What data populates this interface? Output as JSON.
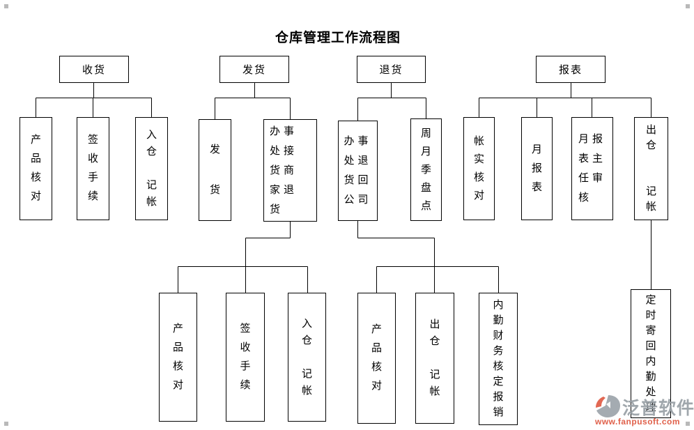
{
  "title": {
    "text": "仓库管理工作流程图"
  },
  "flowchart": {
    "branches": [
      {
        "label": "收货",
        "children": [
          {
            "label": "产品核对",
            "display": "产\n品\n核\n对"
          },
          {
            "label": "签收手续",
            "display": "签\n收\n手\n续"
          },
          {
            "label": "入仓记帐",
            "display": "入\n仓\n\n记\n帐"
          }
        ]
      },
      {
        "label": "发货",
        "children": [
          {
            "label": "发货",
            "display": "发\n\n货"
          },
          {
            "label": "办事处接货商家退货",
            "display": "办事\n处接\n货商\n家退\n货",
            "children": [
              {
                "label": "产品核对",
                "display": "产\n品\n核\n对"
              },
              {
                "label": "签收手续",
                "display": "签\n收\n手\n续"
              },
              {
                "label": "入仓记帐",
                "display": "入\n仓\n\n记\n帐"
              }
            ]
          }
        ]
      },
      {
        "label": "退货",
        "children": [
          {
            "label": "办事处退货回公司",
            "display": "办事\n处退\n货回\n公司",
            "children": [
              {
                "label": "产品核对",
                "display": "产\n品\n核\n对"
              },
              {
                "label": "出仓记帐",
                "display": "出\n仓\n\n记\n帐"
              },
              {
                "label": "内勤财务核定报销",
                "display": "内\n勤\n财\n务\n核\n定\n报\n销"
              }
            ]
          },
          {
            "label": "周月季盘点",
            "display": "周\n月\n季\n盘\n点"
          }
        ]
      },
      {
        "label": "报表",
        "children": [
          {
            "label": "帐实核对",
            "display": "帐\n实\n核\n对"
          },
          {
            "label": "月报表",
            "display": "月\n报\n表"
          },
          {
            "label": "月报表主任审核",
            "display": "月报\n表主\n任审\n核"
          },
          {
            "label": "出仓记帐",
            "display": "出\n仓\n\n\n记\n帐",
            "children": [
              {
                "label": "定时寄回内勤处理",
                "display": "定\n时\n寄\n回\n内\n勤\n处\n理"
              }
            ]
          }
        ]
      }
    ]
  },
  "watermark": {
    "brand": "泛普软件",
    "url": "www.fanpusoft.com"
  },
  "colors": {
    "line": "#000000",
    "box_border": "#000000",
    "title": "#000000",
    "watermark_brand": "#98a0a6",
    "watermark_url": "#e0604a"
  }
}
